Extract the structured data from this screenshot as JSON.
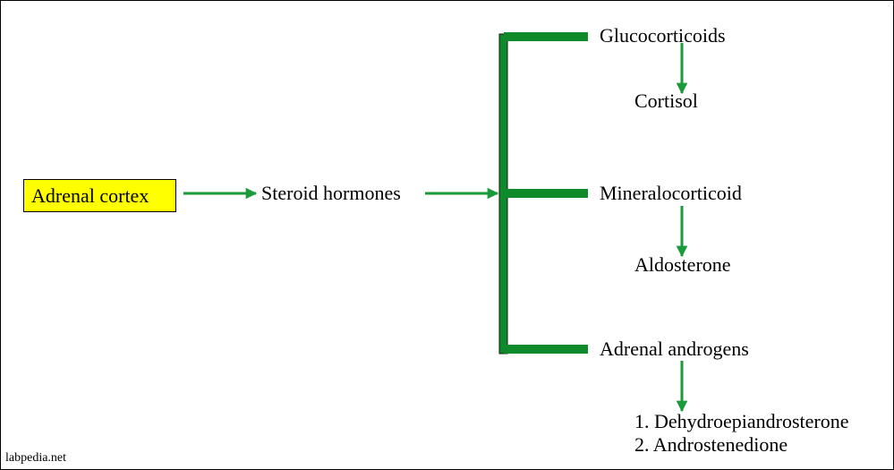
{
  "colors": {
    "arrow": "#1a9a3a",
    "bracket": "#0f8a2a",
    "source_fill": "#ffff00",
    "text": "#000000"
  },
  "source": {
    "label": "Adrenal cortex"
  },
  "middle": {
    "label": "Steroid hormones"
  },
  "branches": [
    {
      "class_label": "Glucocorticoids",
      "products": [
        "Cortisol"
      ]
    },
    {
      "class_label": "Mineralocorticoid",
      "products": [
        "Aldosterone"
      ]
    },
    {
      "class_label": "Adrenal androgens",
      "products": [
        "1. Dehydroepiandrosterone",
        "2. Androstenedione"
      ]
    }
  ],
  "watermark": "labpedia.net"
}
